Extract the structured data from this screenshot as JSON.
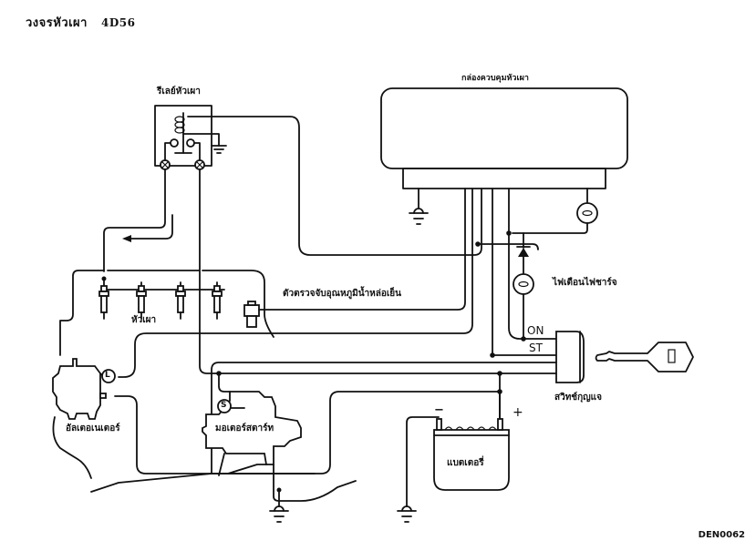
{
  "title": {
    "text": "วงจรหัวเผา",
    "model": "4D56"
  },
  "components": {
    "glow_relay": "รีเลย์หัวเผา",
    "glow_control_box": "กล่องควบคุมหัวเผา",
    "charge_warning_lamp": "ไฟเตือนไฟชาร์จ",
    "coolant_temp_sensor": "ตัวตรวจจับอุณหภูมิน้ำหล่อเย็น",
    "glow_plugs": "หัวเผา",
    "ignition_switch": "สวิทช์กุญแจ",
    "alternator": "อัลเตอเนเตอร์",
    "starter_motor": "มอเตอร์สตาร์ท",
    "battery": "แบตเตอรี่"
  },
  "terminals": {
    "on": "ON",
    "st": "ST",
    "alternator_l": "L",
    "starter_s": "S",
    "battery_negative": "−",
    "battery_positive": "+"
  },
  "figure_code": "DEN0062"
}
